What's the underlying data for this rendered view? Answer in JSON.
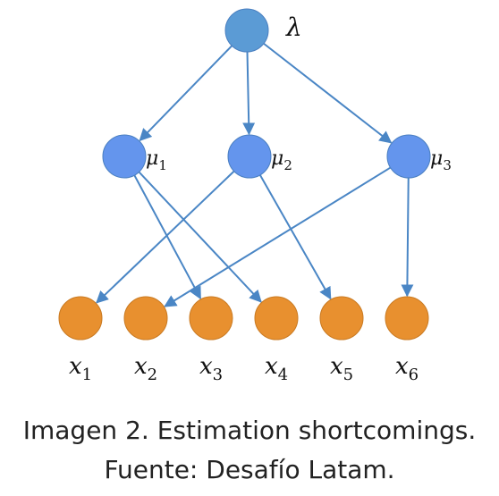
{
  "diagram": {
    "nodes": {
      "lambda": {
        "label": "λ",
        "role": "root"
      },
      "mu1": {
        "label": "μ",
        "sub": "1",
        "role": "mid"
      },
      "mu2": {
        "label": "μ",
        "sub": "2",
        "role": "mid"
      },
      "mu3": {
        "label": "μ",
        "sub": "3",
        "role": "mid"
      },
      "x1": {
        "label": "x",
        "sub": "1",
        "role": "leaf"
      },
      "x2": {
        "label": "x",
        "sub": "2",
        "role": "leaf"
      },
      "x3": {
        "label": "x",
        "sub": "3",
        "role": "leaf"
      },
      "x4": {
        "label": "x",
        "sub": "4",
        "role": "leaf"
      },
      "x5": {
        "label": "x",
        "sub": "5",
        "role": "leaf"
      },
      "x6": {
        "label": "x",
        "sub": "6",
        "role": "leaf"
      }
    },
    "edges": [
      [
        "lambda",
        "mu1"
      ],
      [
        "lambda",
        "mu2"
      ],
      [
        "lambda",
        "mu3"
      ],
      [
        "mu1",
        "x3"
      ],
      [
        "mu1",
        "x4"
      ],
      [
        "mu2",
        "x1"
      ],
      [
        "mu2",
        "x5"
      ],
      [
        "mu3",
        "x2"
      ],
      [
        "mu3",
        "x6"
      ]
    ],
    "colors": {
      "root_fill": "#5B9BD5",
      "mid_fill": "#6495ED",
      "leaf_fill": "#E8902F",
      "edge": "#4A86C5"
    }
  },
  "caption": {
    "line1": "Imagen 2. Estimation shortcomings.",
    "line2": "Fuente: Desafío Latam."
  }
}
